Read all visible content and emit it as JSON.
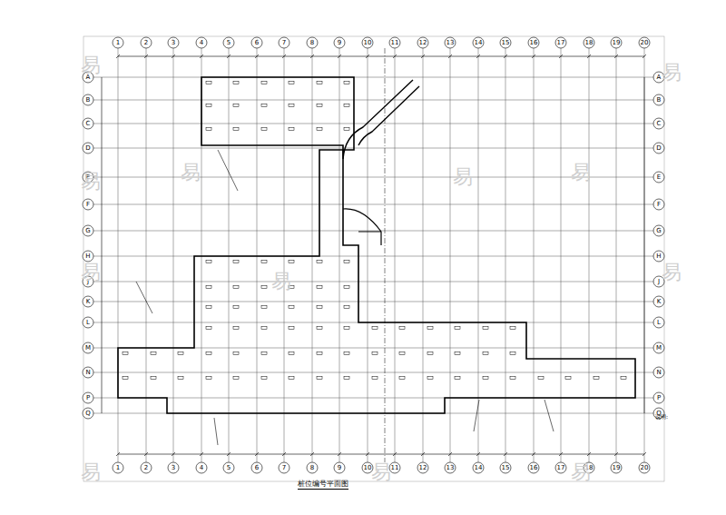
{
  "diagram": {
    "title": "桩位编号平面图",
    "labels": [
      "1",
      "2",
      "3",
      "4",
      "5",
      "6",
      "7",
      "8",
      "9",
      "10",
      "11",
      "12",
      "13",
      "14",
      "15",
      "16",
      "17",
      "18",
      "19",
      "20",
      "1",
      "2",
      "3",
      "4",
      "5",
      "6",
      "7",
      "8",
      "9",
      "10",
      "11",
      "12",
      "13",
      "14",
      "15",
      "16",
      "17",
      "18",
      "19",
      "20",
      "A",
      "B",
      "C",
      "D",
      "E",
      "F",
      "G",
      "H",
      "J",
      "K",
      "L",
      "M",
      "N",
      "P",
      "Q",
      "A",
      "B",
      "C",
      "D",
      "E",
      "F",
      "G",
      "H",
      "J",
      "K",
      "L",
      "M",
      "N",
      "P",
      "Q",
      "说明:",
      "易",
      "易",
      "易",
      "易",
      "易",
      "易",
      "易",
      "易",
      "易",
      "易",
      "易",
      "易"
    ]
  }
}
